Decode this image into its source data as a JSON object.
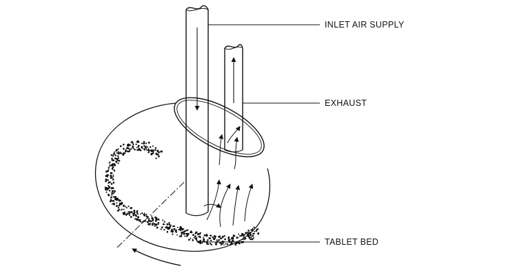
{
  "labels": {
    "inlet": "INLET AIR SUPPLY",
    "exhaust": "EXHAUST",
    "tablet_bed": "TABLET BED"
  },
  "colors": {
    "ink": "#111111",
    "background": "#ffffff"
  }
}
